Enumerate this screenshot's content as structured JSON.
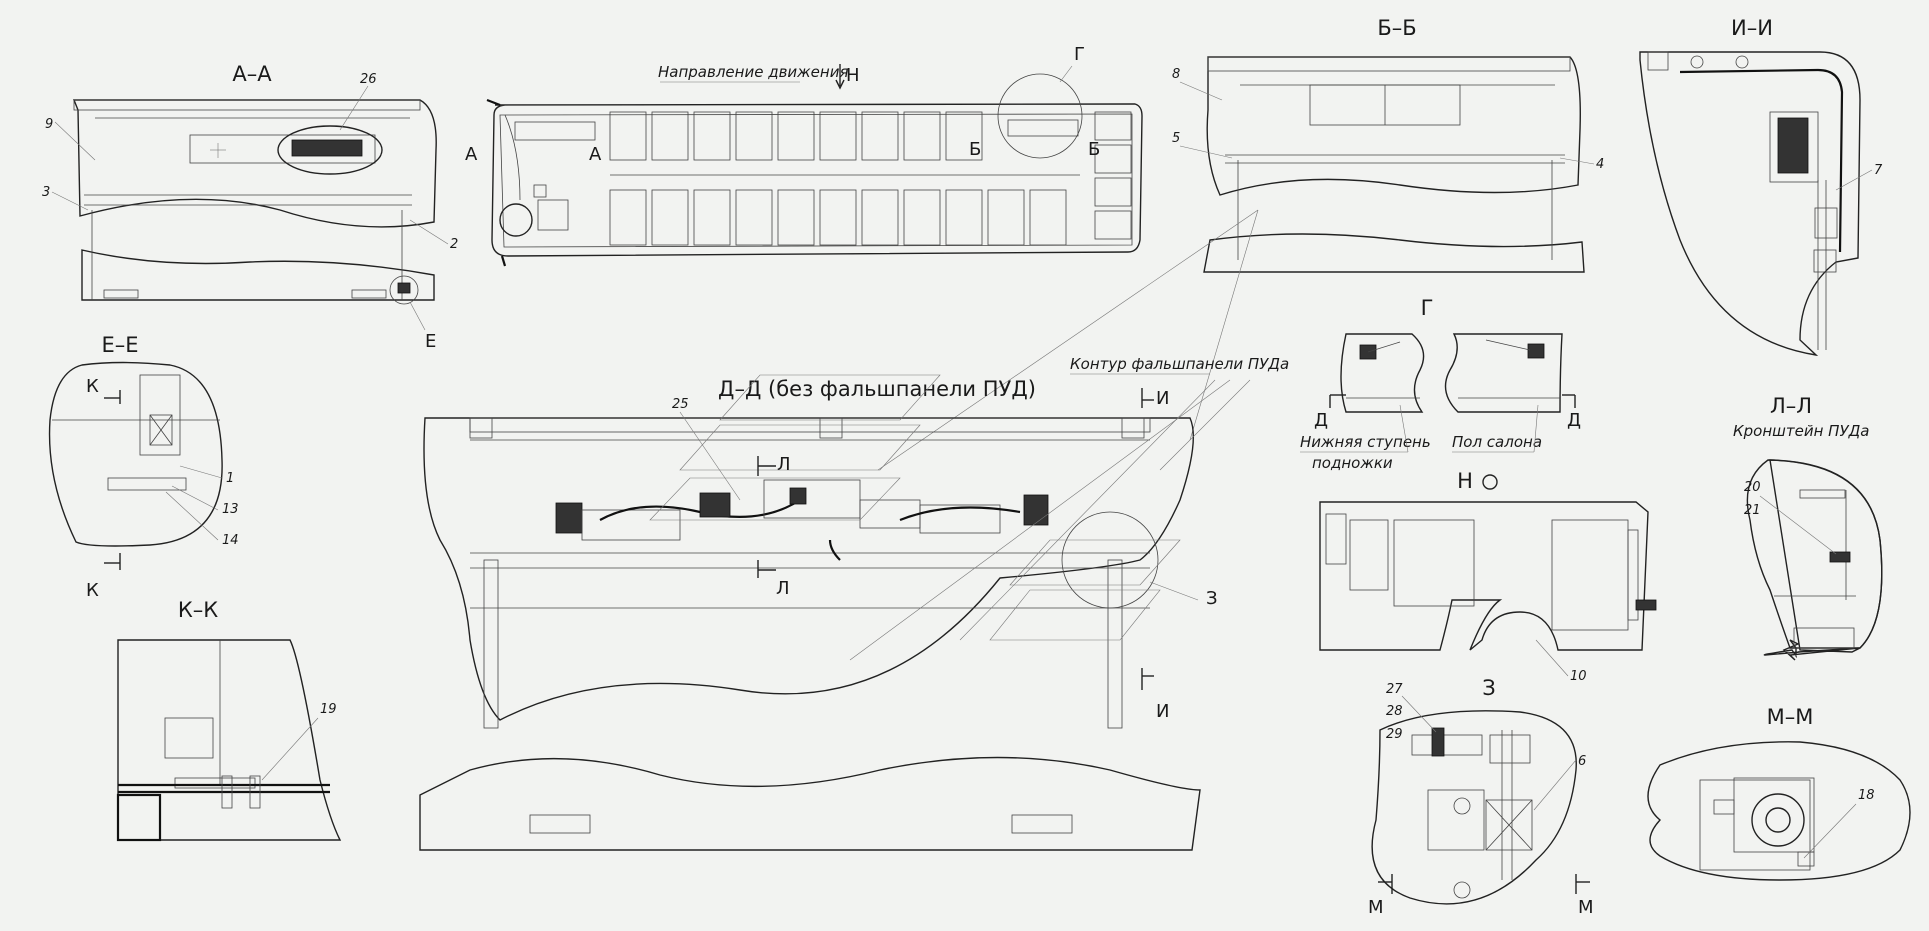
{
  "sections": {
    "a": "А–А",
    "b": "Б–Б",
    "i": "И–И",
    "e": "Е–Е",
    "k": "К–К",
    "d": "Д–Д (без  фальшпанели ПУД)",
    "l": "Л–Л",
    "m": "М–М",
    "g": "Г",
    "z": "З"
  },
  "notes": {
    "direction": "Направление движения",
    "contour": "Контур фальшпанели ПУДа",
    "step_line1": "Нижняя ступень",
    "step_line2": "подножки",
    "floor": "Пол салона",
    "bracket": "Кронштейн ПУДа",
    "view_h": "Н"
  },
  "cutting_marks": {
    "A": "А",
    "B": "Б",
    "I": "И",
    "E": "Е",
    "K": "К",
    "L": "Л",
    "G": "Г",
    "D": "Д",
    "Z": "З",
    "M": "М",
    "H": "Н"
  },
  "callouts": {
    "p1": "1",
    "p2": "2",
    "p3": "3",
    "p4": "4",
    "p5": "5",
    "p6": "6",
    "p7": "7",
    "p8": "8",
    "p9": "9",
    "p10": "10",
    "p13": "13",
    "p14": "14",
    "p18": "18",
    "p19": "19",
    "p20": "20",
    "p21": "21",
    "p25": "25",
    "p26": "26",
    "p27": "27",
    "p28": "28",
    "p29": "29"
  }
}
